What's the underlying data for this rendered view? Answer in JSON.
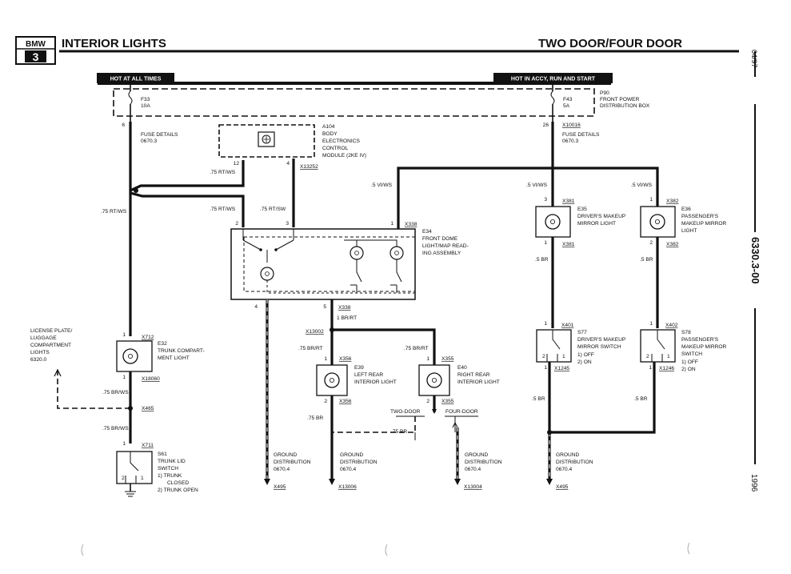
{
  "header": {
    "logo_text": "BMW",
    "logo_series": "3",
    "title": "INTERIOR LIGHTS",
    "right_title": "TWO DOOR/FOUR DOOR"
  },
  "side": {
    "date": "04/97",
    "page_code": "6330.3-00",
    "year": "1996"
  },
  "banners": {
    "left": "HOT AT ALL TIMES",
    "right": "HOT IN ACCY, RUN AND START"
  },
  "fuses": {
    "f33_name": "F33",
    "f33_rating": "10A",
    "f43_name": "F43",
    "f43_rating": "5A",
    "p90_code": "P90",
    "p90_line1": "FRONT POWER",
    "p90_line2": "DISTRIBUTION BOX",
    "pin_left": "6",
    "pin_right": "26",
    "conn_right": "X10016",
    "details_left_1": "FUSE DETAILS",
    "details_left_2": "0670.3",
    "details_right_1": "FUSE DETAILS",
    "details_right_2": "0670.3"
  },
  "a104": {
    "code": "A104",
    "line1": "BODY",
    "line2": "ELECTRONICS",
    "line3": "CONTROL",
    "line4": "MODULE (2KE IV)",
    "pin_12": "12",
    "pin_4": "4",
    "conn": "X13252",
    "wire_12": ".75 RT/WS"
  },
  "e34": {
    "code": "E34",
    "line1": "FRONT DOME",
    "line2": "LIGHT/MAP READ-",
    "line3": "ING ASSEMBLY",
    "pin_2": "2",
    "pin_3": "3",
    "pin_1": "1",
    "pin_4": "4",
    "pin_5": "5",
    "conn_top": "X338",
    "conn_bottom": "X338",
    "wire_pin2": ".75 RT/WS",
    "wire_pin3": ".75 RT/SW",
    "wire_pin1": ".5 VI/WS",
    "wire_pin5": "1 BR/RT"
  },
  "left_chain": {
    "wire_main": ".75 RT/WS",
    "e32_code": "E32",
    "e32_line1": "TRUNK COMPART-",
    "e32_line2": "MENT LIGHT",
    "e32_pin_top": "1",
    "e32_conn_top": "X712",
    "e32_pin_bot": "1",
    "e32_conn_bot": "X18060",
    "license_1": "LICENSE PLATE/",
    "license_2": "LUGGAGE",
    "license_3": "COMPARTMENT",
    "license_4": "LIGHTS",
    "license_5": "6320.0",
    "wire_br1": ".75 BR/WS",
    "splice": "X465",
    "wire_br2": ".75 BR/WS",
    "s61_pin_top": "1",
    "s61_conn": "X711",
    "s61_code": "S61",
    "s61_line1": "TRUNK LID",
    "s61_line2": "SWITCH",
    "s61_opt1": "1)  TRUNK",
    "s61_opt1b": "CLOSED",
    "s61_opt2": "2)  TRUNK OPEN",
    "s61_sw2": "2",
    "s61_sw1": "1"
  },
  "rear": {
    "splice": "X13002",
    "wire_left": ".75 BR/RT",
    "wire_right": ".75 BR/RT",
    "e39_code": "E39",
    "e39_line1": "LEFT REAR",
    "e39_line2": "INTERIOR LIGHT",
    "e39_pin_top": "1",
    "e39_conn_top": "X356",
    "e39_pin_bot": "2",
    "e39_conn_bot": "X356",
    "e40_code": "E40",
    "e40_line1": "RIGHT REAR",
    "e40_line2": "INTERIOR LIGHT",
    "e40_pin_top": "1",
    "e40_conn_top": "X355",
    "e40_pin_bot": "2",
    "e40_conn_bot": "X355",
    "wire_e39_bot": ".75 BR",
    "two_door": "TWO-DOOR",
    "four_door": "FOUR-DOOR",
    "wire_four": ".75 BR"
  },
  "grounds": [
    {
      "line1": "GROUND",
      "line2": "DISTRIBUTION",
      "line3": "0670.4",
      "conn": "X495"
    },
    {
      "line1": "GROUND",
      "line2": "DISTRIBUTION",
      "line3": "0670.4",
      "conn": "X13006"
    },
    {
      "line1": "GROUND",
      "line2": "DISTRIBUTION",
      "line3": "0670.4",
      "conn": "X13004"
    },
    {
      "line1": "GROUND",
      "line2": "DISTRIBUTION",
      "line3": "0670.4",
      "conn": "X495"
    }
  ],
  "mirrors": {
    "wire_e35": ".5 VI/WS",
    "wire_e36": ".5 VI/WS",
    "e35_code": "E35",
    "e35_line1": "DRIVER'S MAKEUP",
    "e35_line2": "MIRROR LIGHT",
    "e35_pin_top": "3",
    "e35_conn_top": "X381",
    "e35_pin_bot": "1",
    "e35_conn_bot": "X381",
    "e36_code": "E36",
    "e36_line1": "PASSENGER'S",
    "e36_line2": "MAKEUP MIRROR",
    "e36_line3": "LIGHT",
    "e36_pin_top": "1",
    "e36_conn_top": "X382",
    "e36_pin_bot": "2",
    "e36_conn_bot": "X382",
    "wire_e35_bot": ".5 BR",
    "wire_e36_bot": ".5 BR",
    "s77_code": "S77",
    "s77_line1": "DRIVER'S MAKEUP",
    "s77_line2": "MIRROR SWITCH",
    "s77_opt1": "1)  OFF",
    "s77_opt2": "2)  ON",
    "s77_pin_top": "1",
    "s77_conn_top": "X401",
    "s77_pin_bot": "1",
    "s77_conn_bot": "X1245",
    "s77_sw2": "2",
    "s77_sw1": "1",
    "s78_code": "S78",
    "s78_line1": "PASSENGER'S",
    "s78_line2": "MAKEUP MIRROR",
    "s78_line3": "SWITCH",
    "s78_opt1": "1)  OFF",
    "s78_opt2": "2)  ON",
    "s78_pin_top": "1",
    "s78_conn_top": "X402",
    "s78_pin_bot": "1",
    "s78_conn_bot": "X1246",
    "s78_sw2": "2",
    "s78_sw1": "1",
    "wire_s77_bot": ".5 BR",
    "wire_s78_bot": ".5 BR"
  }
}
